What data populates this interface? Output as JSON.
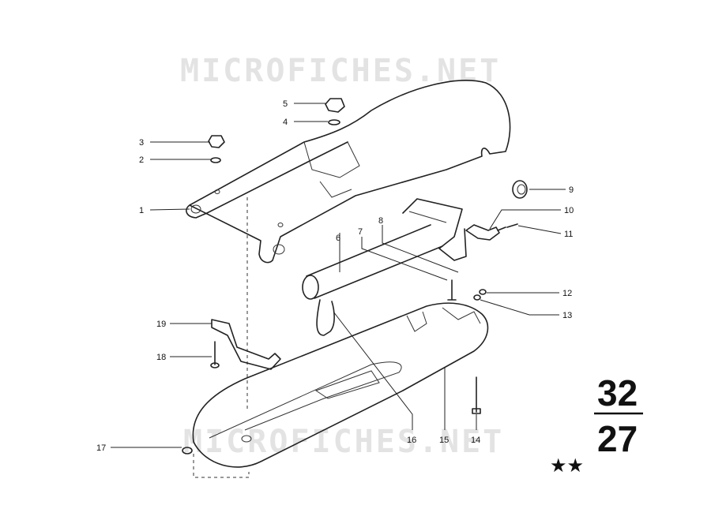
{
  "watermark": "MICROFICHES.NET",
  "group": {
    "top": "32",
    "bottom": "27",
    "stars": "★★"
  },
  "callouts": [
    "1",
    "2",
    "3",
    "4",
    "5",
    "6",
    "7",
    "8",
    "9",
    "10",
    "11",
    "12",
    "13",
    "14",
    "15",
    "16",
    "17",
    "18",
    "19"
  ]
}
